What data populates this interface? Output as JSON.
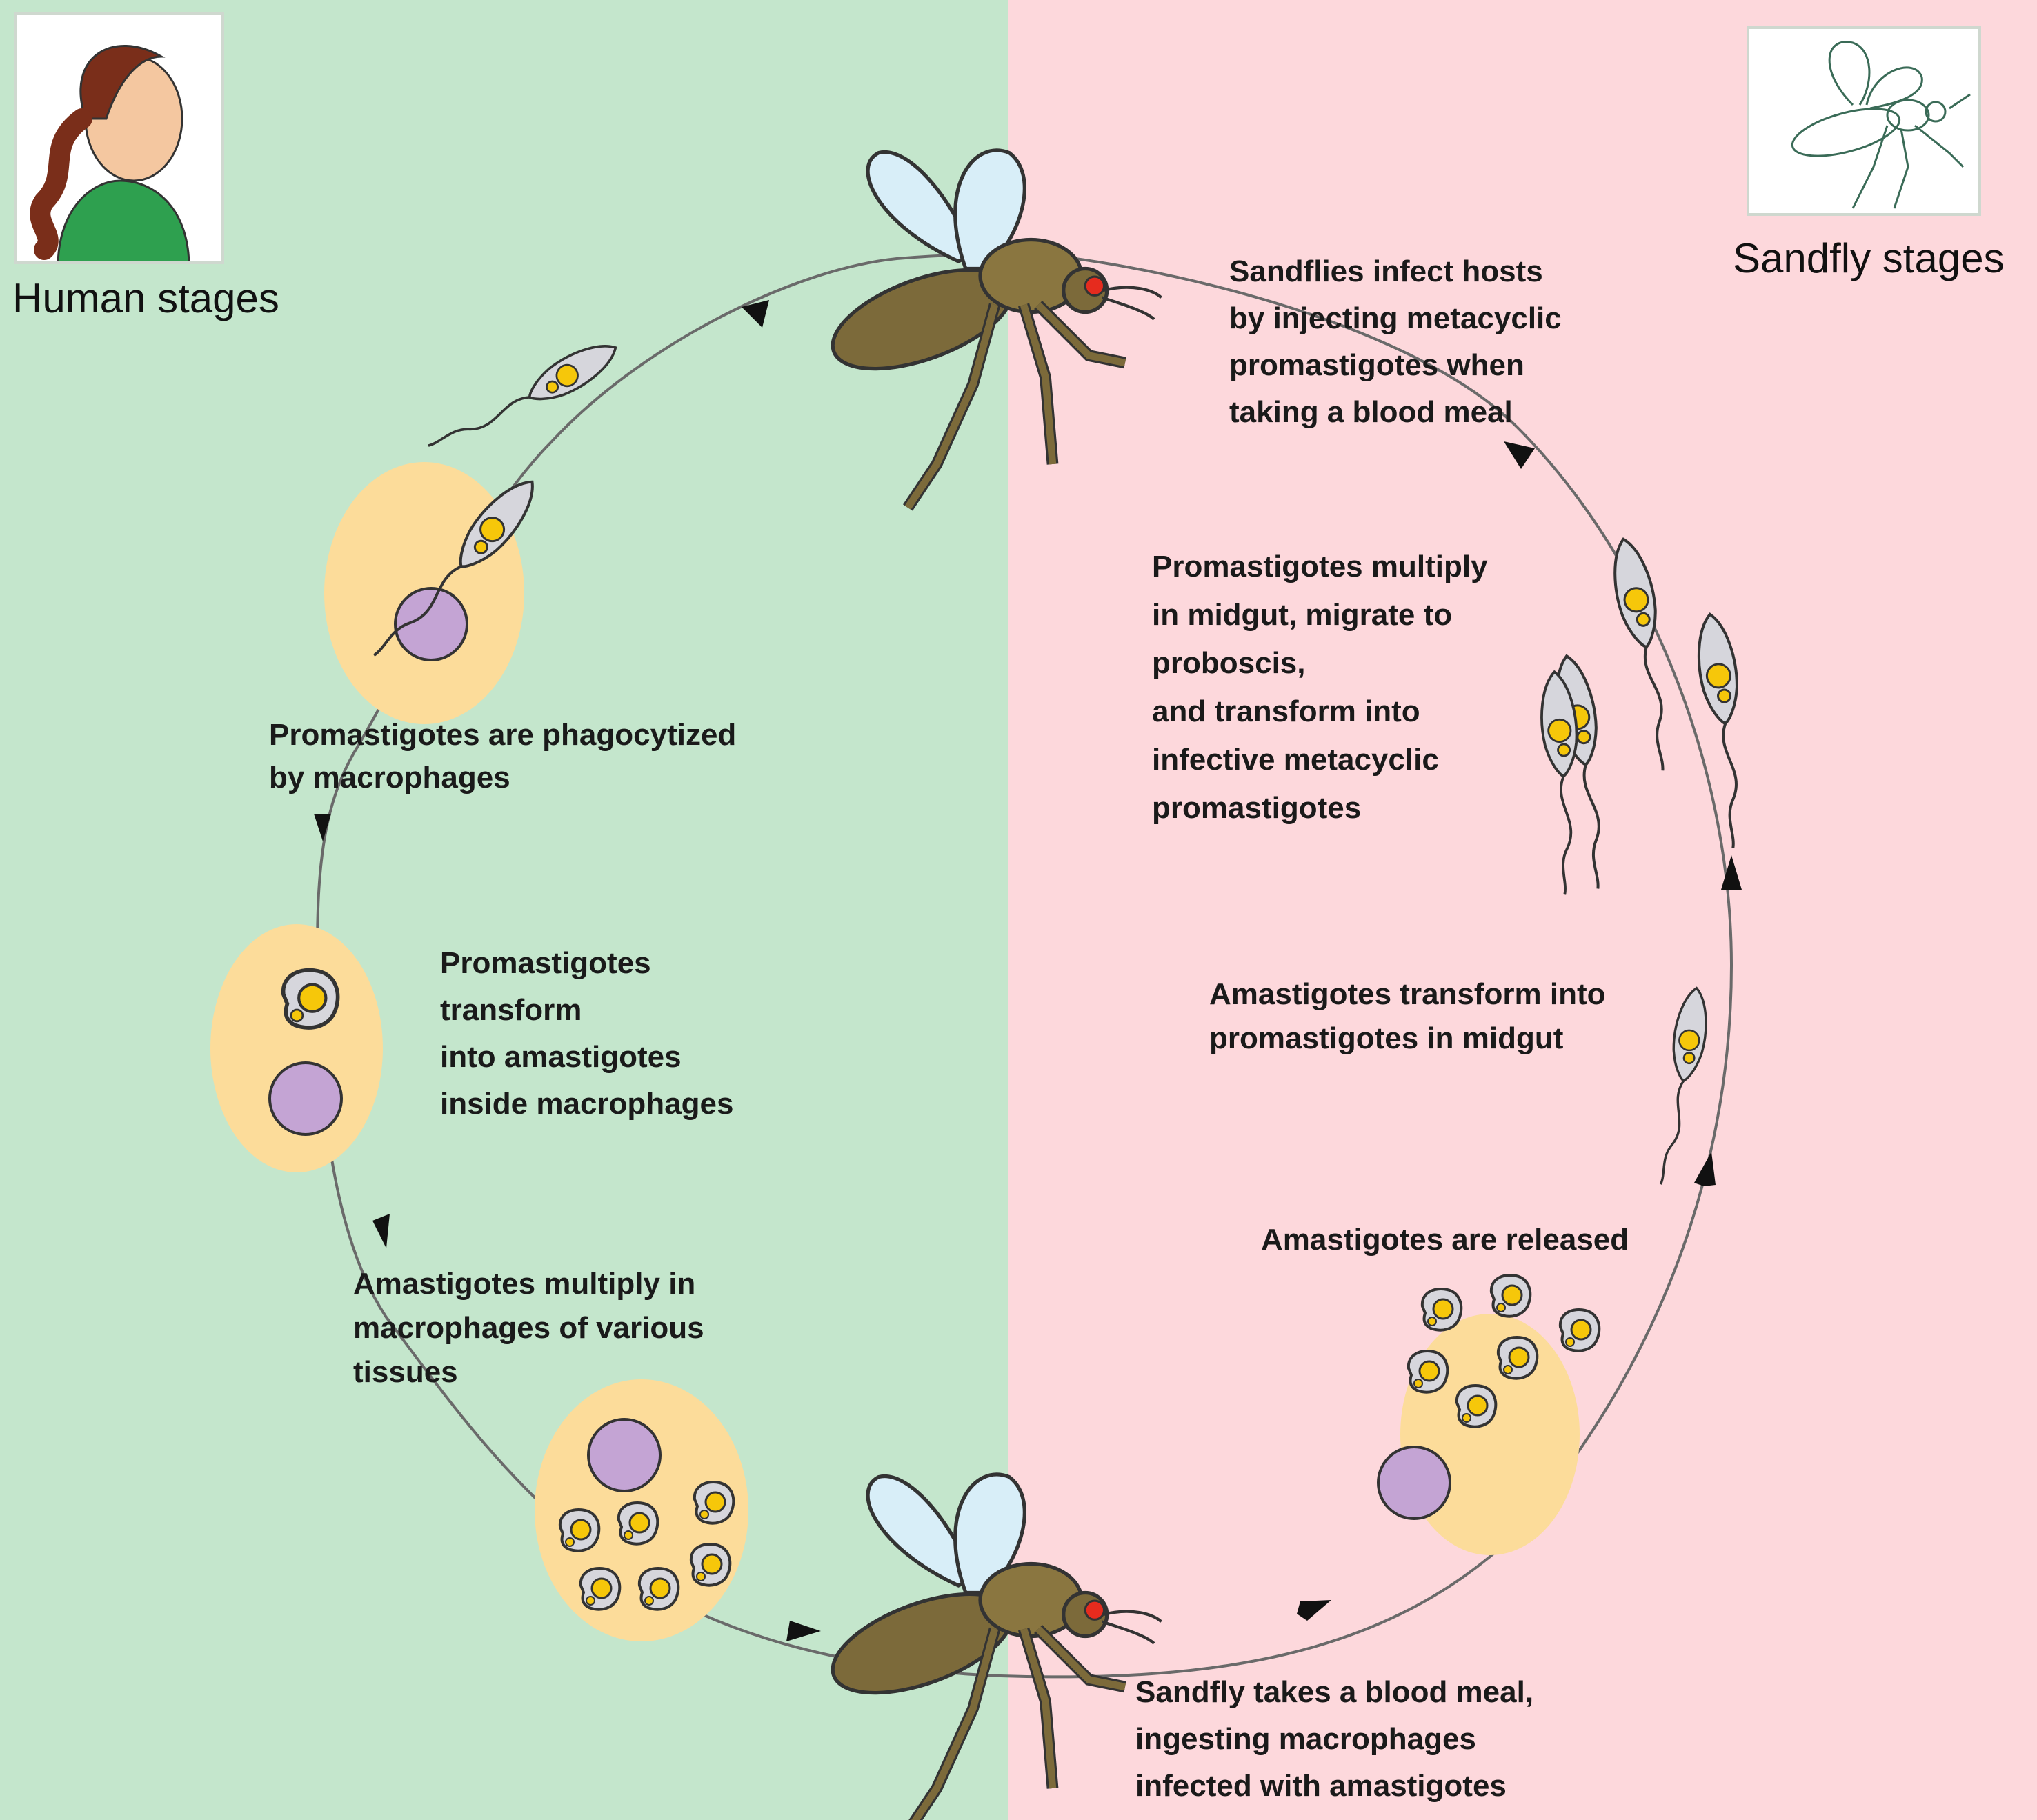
{
  "sections": {
    "human": {
      "title": "Human stages",
      "icon": "woman-portrait-icon",
      "color": "#c4e6cc"
    },
    "sandfly": {
      "title": "Sandfly stages",
      "icon": "sandfly-sketch-icon",
      "color": "#fdd8dc"
    }
  },
  "steps": [
    {
      "id": "inject",
      "lines": [
        "Sandflies infect hosts",
        "by injecting metacyclic",
        "promastigotes when",
        "taking a blood meal"
      ]
    },
    {
      "id": "phagocytized",
      "lines": [
        "Promastigotes are phagocytized",
        "by macrophages"
      ]
    },
    {
      "id": "transform-amastigotes",
      "lines": [
        "Promastigotes",
        "transform",
        "into amastigotes",
        "inside macrophages"
      ]
    },
    {
      "id": "amastigotes-multiply",
      "lines": [
        "Amastigotes multiply in",
        "macrophages of various",
        "tissues"
      ]
    },
    {
      "id": "blood-meal",
      "lines": [
        "Sandfly takes a blood meal,",
        "ingesting macrophages",
        "infected with amastigotes"
      ]
    },
    {
      "id": "released",
      "lines": [
        "Amastigotes are released"
      ]
    },
    {
      "id": "transform-promastigotes",
      "lines": [
        "Amastigotes transform into",
        "promastigotes in midgut"
      ]
    },
    {
      "id": "promastigotes-multiply",
      "lines": [
        "Promastigotes multiply",
        "in midgut, migrate to",
        "proboscis,",
        "and transform into",
        "infective metacyclic",
        "promastigotes"
      ]
    }
  ],
  "colors": {
    "macrophage": "#fcdc9a",
    "nucleus": "#c4a4d4",
    "parasite": "#d6d6dc",
    "parasite_nucleus": "#f6c70a",
    "fly_body": "#7c6a3a",
    "fly_wing": "#d8eef8",
    "fly_eye": "#e62b1e",
    "cycle_line": "#6a6a6a"
  }
}
